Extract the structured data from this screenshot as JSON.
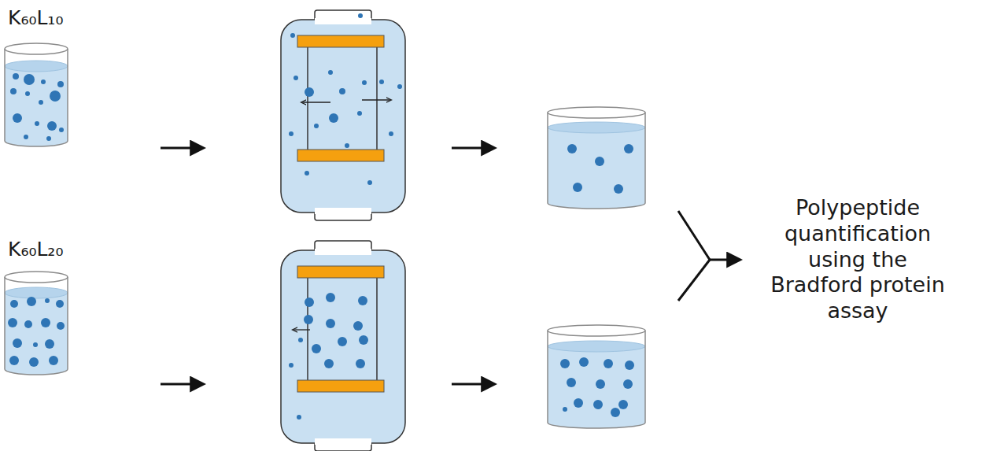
{
  "diagram": {
    "labels": [
      "K₆₀L₁₀",
      "K₆₀L₂₀",
      "Polypeptide quantification using the Bradford protein assay"
    ]
  }
}
